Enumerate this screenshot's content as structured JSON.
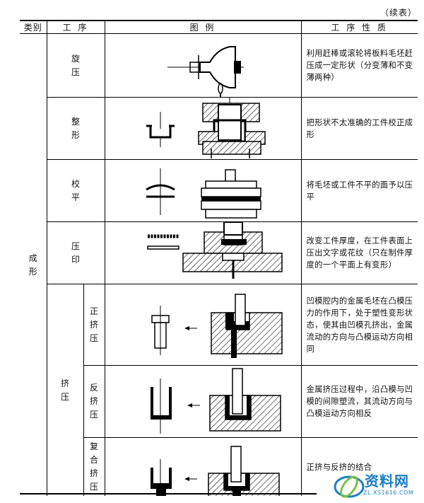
{
  "header_note": "（续表）",
  "columns": {
    "category": "类别",
    "process": "工  序",
    "illustration": "图    例",
    "nature": "工 序 性 质"
  },
  "category": "成形",
  "rows": [
    {
      "process": "旋压",
      "nature": "利用赶棒或滚轮将板料毛坯赶压成一定形状（分变薄和不变薄两种）"
    },
    {
      "process": "整形",
      "nature": "把形状不太准确的工件校正成形"
    },
    {
      "process": "校平",
      "nature": "将毛坯或工件不平的面予以压平"
    },
    {
      "process": "压印",
      "nature": "改变工件厚度，在工件表面上压出文字或花纹（只在制件厚度的一个平面上有变形）"
    }
  ],
  "extrusion": {
    "label": "挤压",
    "subrows": [
      {
        "process": "正挤压",
        "nature": "凹模腔内的金属毛坯在凸模压力的作用下，处于塑性变形状态，使其由凹模孔挤出，金属流动的方向与凸模运动方向相同"
      },
      {
        "process": "反挤压",
        "nature": "金属挤压过程中，沿凸模与凹模的间隙塑流，其流动方向与凸模运动方向相反"
      },
      {
        "process": "复合挤压",
        "nature": "正挤与反挤的结合"
      }
    ]
  },
  "watermark": {
    "text": "资料网",
    "url": "ZL.XS1616.COM"
  }
}
